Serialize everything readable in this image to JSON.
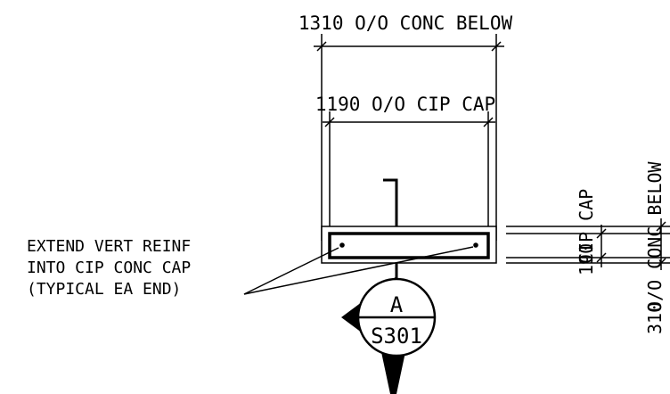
{
  "dimensions": {
    "top_outer": "1310 O/O CONC BELOW",
    "top_inner": "1190 O/O CIP CAP",
    "right_inner_value": "190",
    "right_inner_text": "CIP CAP",
    "right_outer_value": "310",
    "right_outer_text": "O/O CONC BELOW"
  },
  "note": {
    "line1": "EXTEND VERT REINF",
    "line2": "INTO CIP CONC CAP",
    "line3": "(TYPICAL EA END)"
  },
  "section_marker": {
    "letter": "A",
    "sheet": "S301"
  }
}
